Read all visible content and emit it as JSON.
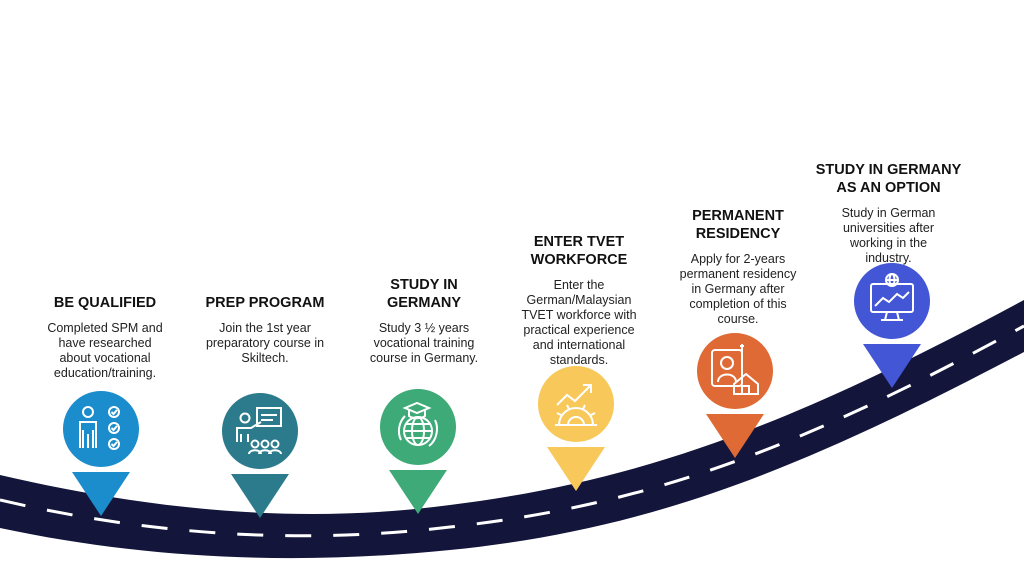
{
  "steps": [
    {
      "title": "BE QUALIFIED",
      "desc": "Completed SPM and\nhave researched\nabout vocational\neducation/training.",
      "color": "#1b8ccc",
      "icon": "checklist-person-icon"
    },
    {
      "title": "PREP PROGRAM",
      "desc": "Join the 1st year\npreparatory course in\nSkiltech.",
      "color": "#2b7b8c",
      "icon": "teacher-presentation-icon"
    },
    {
      "title": "STUDY IN\nGERMANY",
      "desc": "Study 3 ½ years\nvocational training\ncourse in Germany.",
      "color": "#3daa77",
      "icon": "global-education-icon"
    },
    {
      "title": "ENTER TVET\nWORKFORCE",
      "desc": "Enter the\nGerman/Malaysian\nTVET workforce with\npractical experience\nand international\nstandards.",
      "color": "#f8c95a",
      "icon": "growth-gear-icon"
    },
    {
      "title": "PERMANENT\nRESIDENCY",
      "desc": "Apply for 2-years\npermanent residency\nin Germany after\ncompletion of this\ncourse.",
      "color": "#e06a35",
      "icon": "residency-permit-icon"
    },
    {
      "title": "STUDY IN GERMANY\nAS AN OPTION",
      "desc": "Study in German\nuniversities after\nworking in the\nindustry.",
      "color": "#4256d6",
      "icon": "online-university-icon"
    }
  ],
  "road_color": "#13153a"
}
